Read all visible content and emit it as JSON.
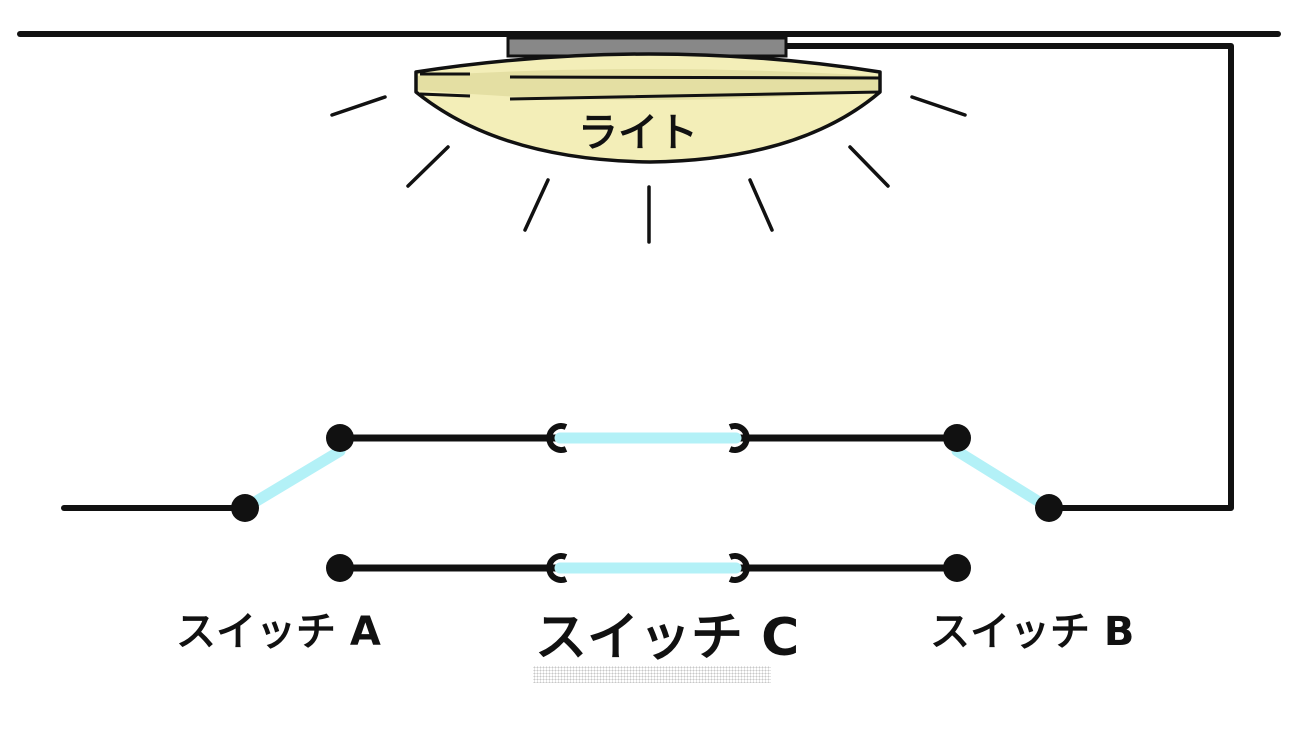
{
  "labels": {
    "light": "ライト",
    "switch_a": "スイッチ A",
    "switch_b": "スイッチ B",
    "switch_c": "スイッチ C"
  },
  "colors": {
    "wire": "#111111",
    "active_path": "#b3f1f7",
    "lamp_fill": "#f3eeb8",
    "lamp_band": "#e4dfa3",
    "lamp_mount": "#888888"
  }
}
